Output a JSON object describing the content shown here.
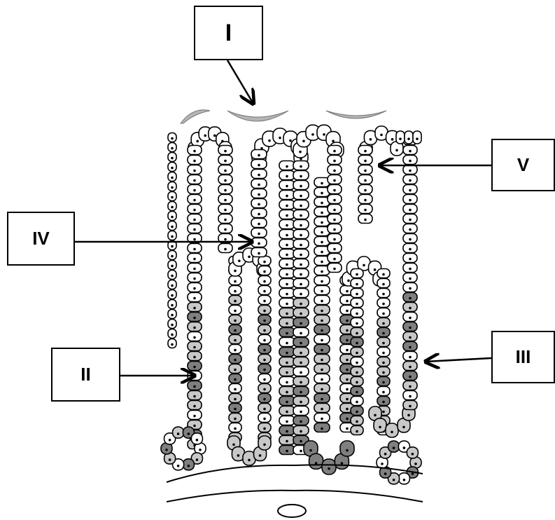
{
  "labels": {
    "I": "I",
    "II": "II",
    "III": "III",
    "IV": "IV",
    "V": "V"
  },
  "colors": {
    "outline": "#000000",
    "cell_fill": "#ffffff",
    "dark_cell": "#7f7f7f",
    "light_cell": "#c8c8c8",
    "cap_fill": "#b5b5b5"
  }
}
